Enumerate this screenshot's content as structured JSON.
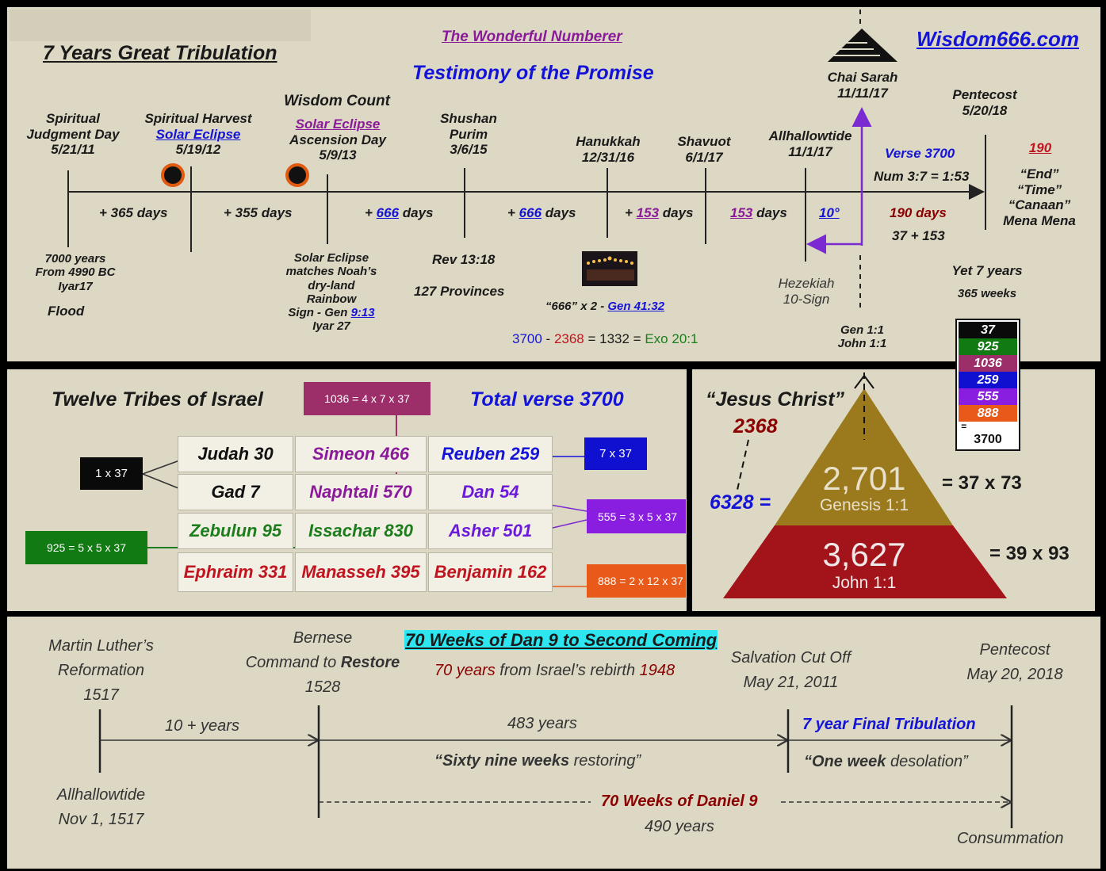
{
  "top": {
    "title": "7 Years Great Tribulation",
    "wonderful": "The Wonderful Numberer",
    "testimony": "Testimony of the Promise",
    "website": "Wisdom666.com",
    "chai_sarah": "Chai Sarah",
    "chai_sarah_date": "11/11/17",
    "pentecost": "Pentecost",
    "pentecost_date": "5/20/18",
    "wisdom_count": "Wisdom Count",
    "events": {
      "judgment_1": "Spiritual",
      "judgment_2": "Judgment Day",
      "judgment_date": "5/21/11",
      "harvest": "Spiritual Harvest",
      "harvest_eclipse": "Solar Eclipse",
      "harvest_date": "5/19/12",
      "ascension_eclipse": "Solar Eclipse",
      "ascension": "Ascension Day",
      "ascension_date": "5/9/13",
      "shushan": "Shushan",
      "purim": "Purim",
      "purim_date": "3/6/15",
      "hanukkah": "Hanukkah",
      "hanukkah_date": "12/31/16",
      "shavuot": "Shavuot",
      "shavuot_date": "6/1/17",
      "allhallowtide": "Allhallowtide",
      "allhallowtide_date": "11/1/17"
    },
    "days": {
      "d1": "+ 365 days",
      "d2": "+ 355 days",
      "d3_pre": "+ ",
      "d3_num": "666",
      "d3_post": " days",
      "d4_pre": "+ ",
      "d4_num": "666",
      "d4_post": " days",
      "d5_pre": "+ ",
      "d5_num": "153",
      "d5_post": " days",
      "d6_num": "153",
      "d6_post": " days",
      "deg": "10°",
      "d7": "190 days",
      "sum": "37 + 153"
    },
    "verse": "Verse 3700",
    "num": "Num 3:7 = 1:53",
    "n190": "190",
    "end_words": [
      "“End”",
      "“Time”",
      "“Canaan”",
      "Mena Mena"
    ],
    "below": {
      "years_1": "7000 years",
      "years_2": "From 4990 BC",
      "years_3": "Iyar17",
      "flood": "Flood",
      "noah_1": "Solar Eclipse",
      "noah_2": "matches Noah’s",
      "noah_3": "dry-land",
      "noah_4": "Rainbow",
      "noah_5": "Sign - Gen ",
      "noah_ref": "9:13",
      "noah_6": "Iyar 27",
      "rev": "Rev 13:18",
      "provinces": "127 Provinces",
      "gen41_pre": "“666” x 2 - ",
      "gen41_ref": "Gen 41:32",
      "hezekiah": "Hezekiah",
      "sign": "10-Sign",
      "gen11": "Gen 1:1",
      "john11": "John 1:1",
      "yet7": "Yet 7 years",
      "weeks": "365 weeks",
      "eq_a": "3700",
      "eq_op1": " - ",
      "eq_b": "2368",
      "eq_op2": " = 1332 = ",
      "eq_c": "Exo 20:1"
    }
  },
  "tribes": {
    "title": "Twelve Tribes of Israel",
    "total": "Total verse 3700",
    "label_1036": "1036 = 4 x 7 x 37",
    "label_1x37": "1 x 37",
    "label_7x37": "7 x 37",
    "label_555": "555 = 3 x 5 x 37",
    "label_925": "925 = 5 x 5 x 37",
    "label_888": "888 = 2 x 12 x 37",
    "rows": [
      [
        "Judah 30",
        "Simeon 466",
        "Reuben 259"
      ],
      [
        "Gad 7",
        "Naphtali 570",
        "Dan 54"
      ],
      [
        "Zebulun 95",
        "Issachar 830",
        "Asher 501"
      ],
      [
        "Ephraim 331",
        "Manasseh 395",
        "Benjamin 162"
      ]
    ]
  },
  "stack": [
    "37",
    "925",
    "1036",
    "259",
    "555",
    "888",
    "=",
    "3700"
  ],
  "pyramid": {
    "jesus": "“Jesus Christ”",
    "n2368": "2368",
    "n6328": "6328 =",
    "n2701": "2,701",
    "gen": "Genesis 1:1",
    "eq1": "= 37 x 73",
    "n3627": "3,627",
    "john": "John 1:1",
    "eq2": "= 39 x 93"
  },
  "bottom": {
    "luther_1": "Martin Luther’s",
    "luther_2": "Reformation",
    "luther_3": "1517",
    "bernese": "Bernese",
    "command": "Command to ",
    "restore": "Restore",
    "y1528": "1528",
    "seventy_weeks": "70 Weeks of Dan 9 to Second Coming",
    "rebirth_a": "70 years",
    "rebirth_b": " from Israel’s rebirth ",
    "rebirth_c": "1948",
    "salvation": "Salvation Cut Off",
    "salv_date": "May 21, 2011",
    "pentecost": "Pentecost",
    "pent_date": "May 20, 2018",
    "ten_years": "10 + years",
    "y483": "483 years",
    "final": "7 year Final Tribulation",
    "sixty_a": "“Sixty nine weeks",
    "sixty_b": " restoring”",
    "one_a": "“One week",
    "one_b": " desolation”",
    "allhallow": "Allhallowtide",
    "nov": "Nov 1, 1517",
    "daniel": "70 Weeks of Daniel 9",
    "y490": "490 years",
    "consummation": "Consummation"
  },
  "colors": {
    "panel": "#ddd8c4",
    "blue": "#1414d8",
    "purple": "#8a1a9a",
    "red": "#c0141e",
    "green": "#1b7d1b",
    "maroon": "#9c2f6a",
    "pyramid_top": "#9b7a1e",
    "pyramid_bottom": "#a3141a",
    "highlight": "#2ee6f0"
  }
}
